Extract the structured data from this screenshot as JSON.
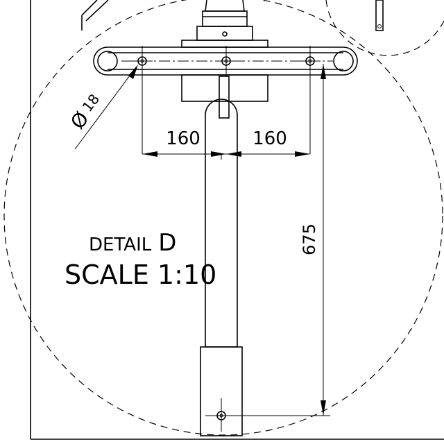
{
  "dimensions": {
    "diameter_symbol": "Ø",
    "diameter_value": "18",
    "left_span": "160",
    "right_span": "160",
    "height": "675"
  },
  "detail": {
    "title_prefix": "DETAIL",
    "title_letter": "D",
    "scale": "SCALE 1:10"
  }
}
